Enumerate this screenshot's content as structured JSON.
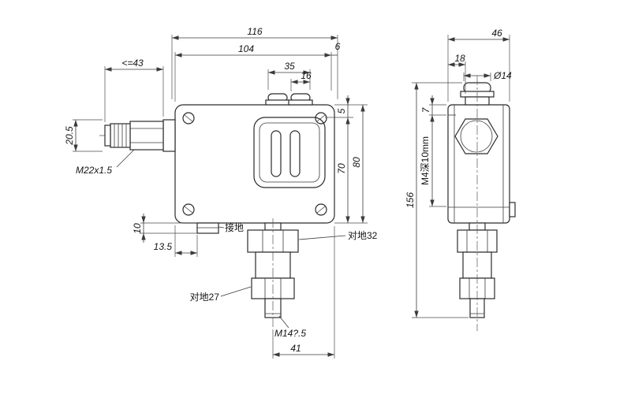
{
  "page": {
    "background": "#ffffff",
    "line_color": "#2b2b2b"
  },
  "front_view": {
    "dims": {
      "total_width": "116",
      "body_width": "104",
      "edge_offset": "6",
      "caps_span": "35",
      "cap_width": "16",
      "gland_length": "<=43",
      "gland_height": "20.5",
      "gland_thread": "M22x1.5",
      "cover_gap": "5",
      "cover_height": "70",
      "body_height": "80",
      "tab_height": "10",
      "tab_offset": "13.5",
      "ground_label": "接地",
      "hex_upper": "对地32",
      "hex_lower": "对地27",
      "port_thread": "M14?.5",
      "port_offset": "41"
    }
  },
  "side_view": {
    "dims": {
      "depth": "46",
      "cap_offset": "18",
      "cap_diameter": "Ø14",
      "hole_offset": "7",
      "mount_thread": "M4深10mm",
      "total_height": "156"
    }
  }
}
